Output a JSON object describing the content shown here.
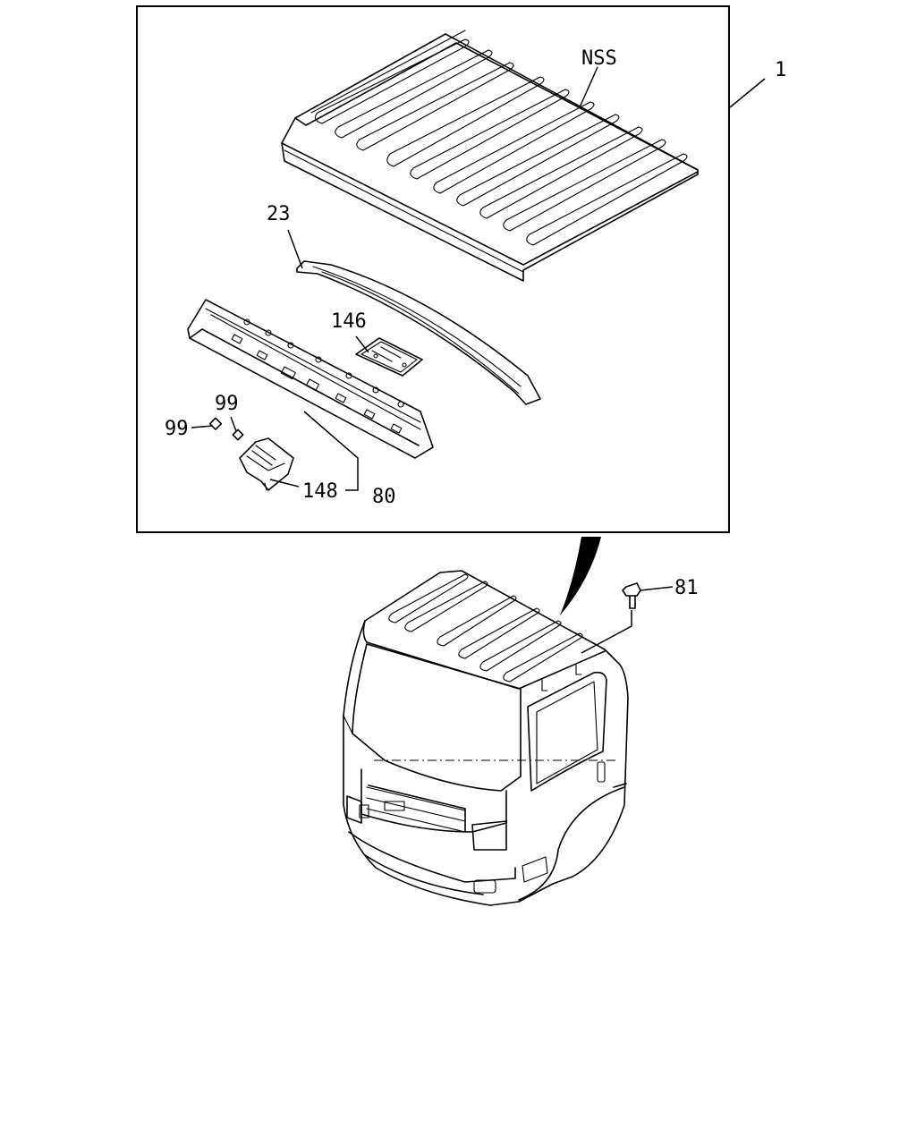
{
  "callouts": {
    "assembly": "1",
    "roof_panel": "NSS",
    "rail": "23",
    "bracket": "146",
    "inner_panel": "80",
    "small_bracket": "148",
    "nut_a": "99",
    "nut_b": "99",
    "bolt": "81"
  }
}
